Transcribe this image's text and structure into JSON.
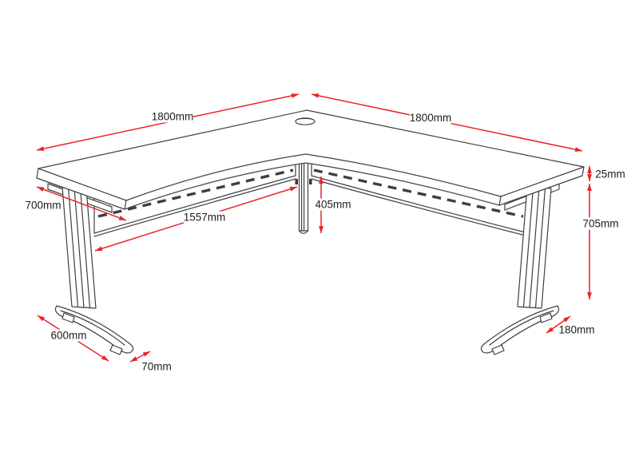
{
  "figure": {
    "subject": "L-shaped corner desk technical dimension drawing",
    "units": "mm"
  },
  "colors": {
    "background": "#ffffff",
    "line_art": "#404040",
    "dimension_red": "#ec2228",
    "label_text": "#1d1d1d"
  },
  "dimensions": {
    "left_wing_length": {
      "label": "1800mm",
      "value": 1800
    },
    "right_wing_length": {
      "label": "1800mm",
      "value": 1800
    },
    "top_thickness": {
      "label": "25mm",
      "value": 25
    },
    "desk_height": {
      "label": "705mm",
      "value": 705
    },
    "desktop_depth": {
      "label": "700mm",
      "value": 700
    },
    "leg_span": {
      "label": "1557mm",
      "value": 1557
    },
    "corner_leg_height": {
      "label": "405mm",
      "value": 405
    },
    "foot_length": {
      "label": "600mm",
      "value": 600
    },
    "foot_height": {
      "label": "70mm",
      "value": 70
    },
    "foot_width": {
      "label": "180mm",
      "value": 180
    }
  }
}
